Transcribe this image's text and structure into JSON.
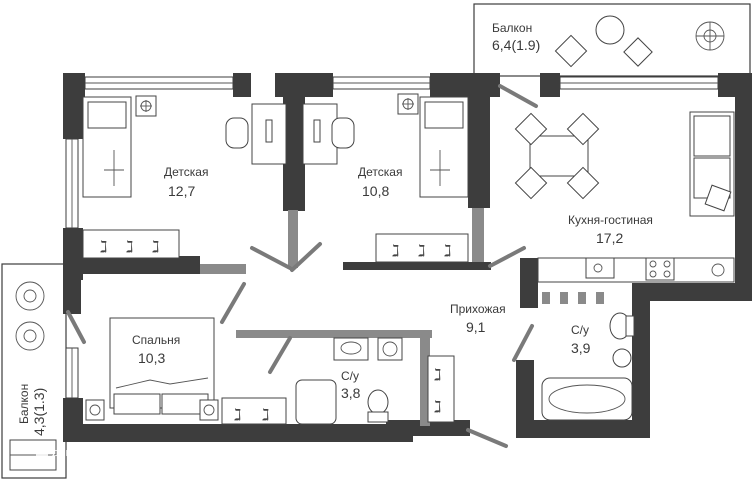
{
  "rooms": {
    "balcony_top": {
      "name": "Балкон",
      "area": "6,4(1.9)"
    },
    "kids_left": {
      "name": "Детская",
      "area": "12,7"
    },
    "kids_right": {
      "name": "Детская",
      "area": "10,8"
    },
    "kitchen": {
      "name": "Кухня-гостиная",
      "area": "17,2"
    },
    "hall": {
      "name": "Прихожая",
      "area": "9,1"
    },
    "bedroom": {
      "name": "Спальня",
      "area": "10,3"
    },
    "bath_center": {
      "name": "С/у",
      "area": "3,8"
    },
    "bath_right": {
      "name": "С/у",
      "area": "3,9"
    },
    "balcony_left": {
      "name": "Балкон",
      "area": "4,3(1.3)"
    }
  },
  "watermark": "домклик",
  "colors": {
    "wall": "#3d3d3d",
    "background": "#ffffff",
    "text": "#3a3a3a"
  }
}
